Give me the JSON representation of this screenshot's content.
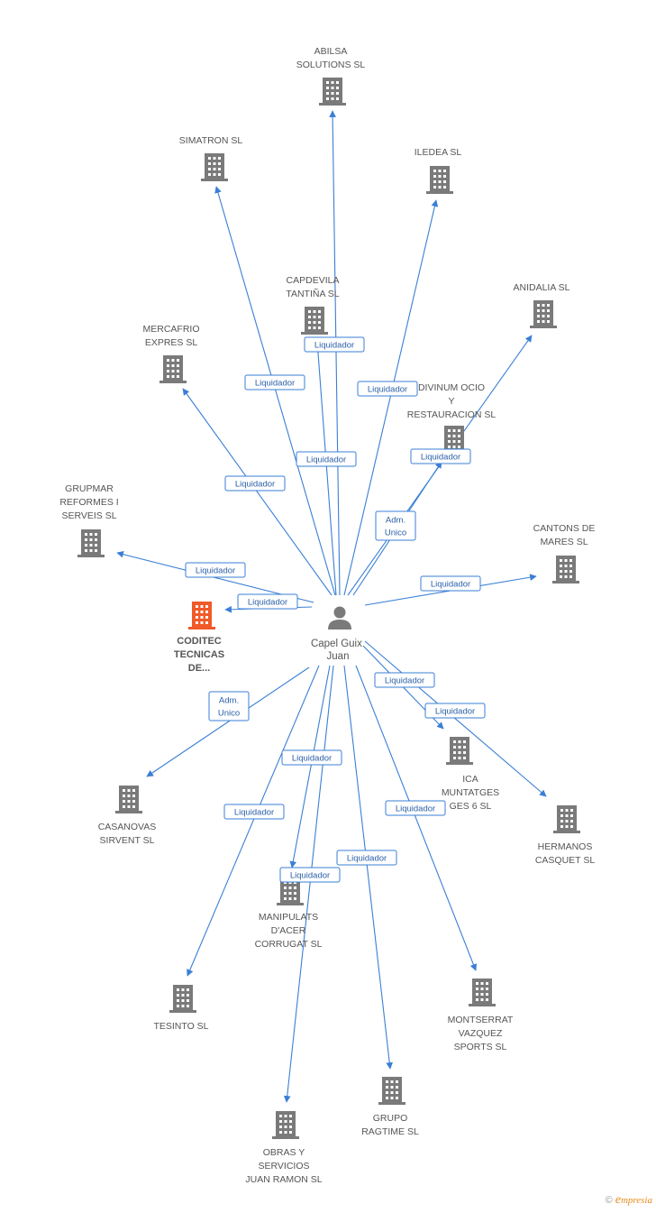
{
  "center": {
    "name_lines": [
      "Capel Guix",
      "Juan"
    ]
  },
  "main_company": {
    "name_lines": [
      "CODITEC",
      "TECNICAS",
      "DE..."
    ],
    "color": "#f05a28"
  },
  "colors": {
    "edge": "#3a7fd5",
    "building": "#7a7a7a",
    "person": "#7a7a7a"
  },
  "companies": [
    {
      "id": "abilsa",
      "name_lines": [
        "ABILSA",
        "SOLUTIONS SL"
      ],
      "relation_lines": [
        "Liquidador"
      ]
    },
    {
      "id": "simatron",
      "name_lines": [
        "SIMATRON SL"
      ],
      "relation_lines": [
        "Liquidador"
      ]
    },
    {
      "id": "iledea",
      "name_lines": [
        "ILEDEA SL"
      ],
      "relation_lines": [
        "Liquidador"
      ]
    },
    {
      "id": "capdevila",
      "name_lines": [
        "CAPDEVILA",
        "TANTIÑA SL"
      ],
      "relation_lines": [
        "Liquidador"
      ]
    },
    {
      "id": "anidalia",
      "name_lines": [
        "ANIDALIA SL"
      ],
      "relation_lines": [
        "Liquidador"
      ]
    },
    {
      "id": "mercafrio",
      "name_lines": [
        "MERCAFRIO",
        "EXPRES SL"
      ],
      "relation_lines": [
        "Liquidador"
      ]
    },
    {
      "id": "divinum",
      "name_lines": [
        "DIVINUM OCIO",
        "Y",
        "RESTAURACION SL"
      ],
      "relation_lines": [
        "Adm.",
        "Unico"
      ]
    },
    {
      "id": "grupmar",
      "name_lines": [
        "GRUPMAR",
        "REFORMES I",
        "SERVEIS  SL"
      ],
      "relation_lines": [
        "Liquidador"
      ]
    },
    {
      "id": "cantons",
      "name_lines": [
        "CANTONS DE",
        "MARES SL"
      ],
      "relation_lines": [
        "Liquidador"
      ]
    },
    {
      "id": "coditec",
      "name_lines": [
        "CODITEC",
        "TECNICAS",
        "DE..."
      ],
      "relation_lines": [
        "Liquidador"
      ]
    },
    {
      "id": "casanovas",
      "name_lines": [
        "CASANOVAS",
        "SIRVENT  SL"
      ],
      "relation_lines": [
        "Adm.",
        "Unico"
      ]
    },
    {
      "id": "ica",
      "name_lines": [
        "ICA",
        "MUNTATGES",
        "GES 6 SL"
      ],
      "relation_lines": [
        "Liquidador"
      ]
    },
    {
      "id": "hermanos",
      "name_lines": [
        "HERMANOS",
        "CASQUET SL"
      ],
      "relation_lines": [
        "Liquidador"
      ]
    },
    {
      "id": "manipulats",
      "name_lines": [
        "MANIPULATS",
        "D'ACER",
        "CORRUGAT SL"
      ],
      "relation_lines": [
        "Liquidador"
      ]
    },
    {
      "id": "tesinto",
      "name_lines": [
        "TESINTO SL"
      ],
      "relation_lines": [
        "Liquidador"
      ]
    },
    {
      "id": "montserrat",
      "name_lines": [
        "MONTSERRAT",
        "VAZQUEZ",
        "SPORTS SL"
      ],
      "relation_lines": [
        "Liquidador"
      ]
    },
    {
      "id": "ragtime",
      "name_lines": [
        "GRUPO",
        "RAGTIME SL"
      ],
      "relation_lines": [
        "Liquidador"
      ]
    },
    {
      "id": "obras",
      "name_lines": [
        "OBRAS Y",
        "SERVICIOS",
        "JUAN RAMON SL"
      ],
      "relation_lines": [
        "Liquidador"
      ]
    }
  ],
  "footer": {
    "copyright_symbol": "©",
    "brand_initial": "e",
    "brand_rest": "mpresia"
  }
}
